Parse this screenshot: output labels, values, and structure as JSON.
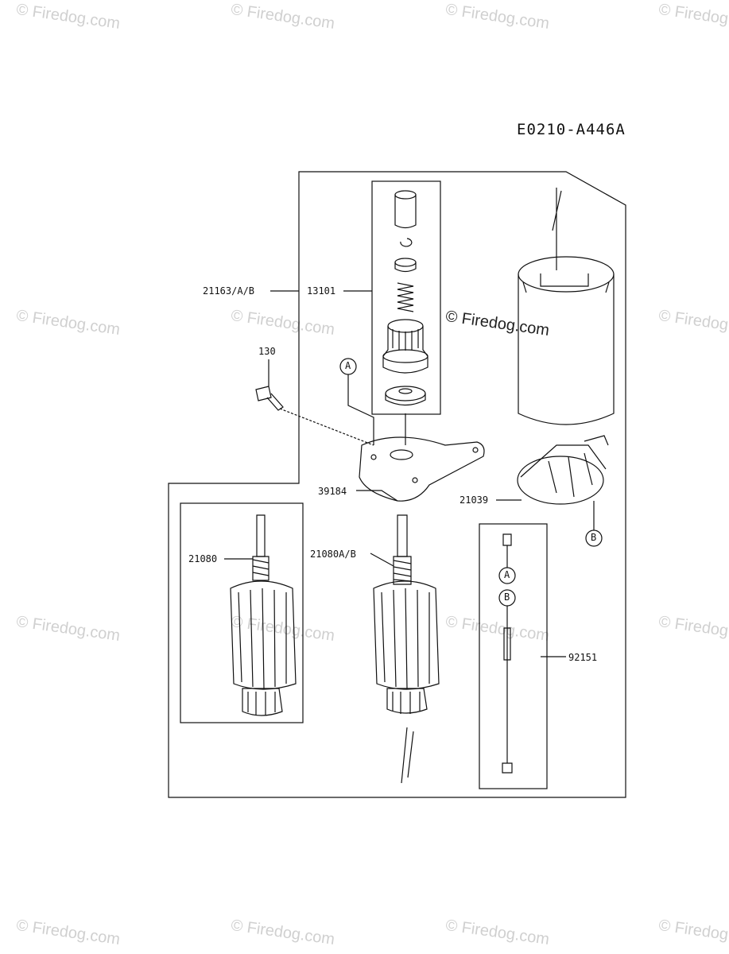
{
  "diagram_code": "E0210-A446A",
  "watermark_text": "© Firedog.com",
  "center_watermark_text": "© Firedog.com",
  "callouts": {
    "p21163": "21163/A/B",
    "p13101": "13101",
    "p130": "130",
    "p39184": "39184",
    "p21039": "21039",
    "p21080": "21080",
    "p21080ab": "21080A/B",
    "p92151": "92151"
  },
  "ref_marks": {
    "a_bracket": "A",
    "b_brush": "B",
    "a_bolt": "A",
    "b_bolt": "B"
  }
}
